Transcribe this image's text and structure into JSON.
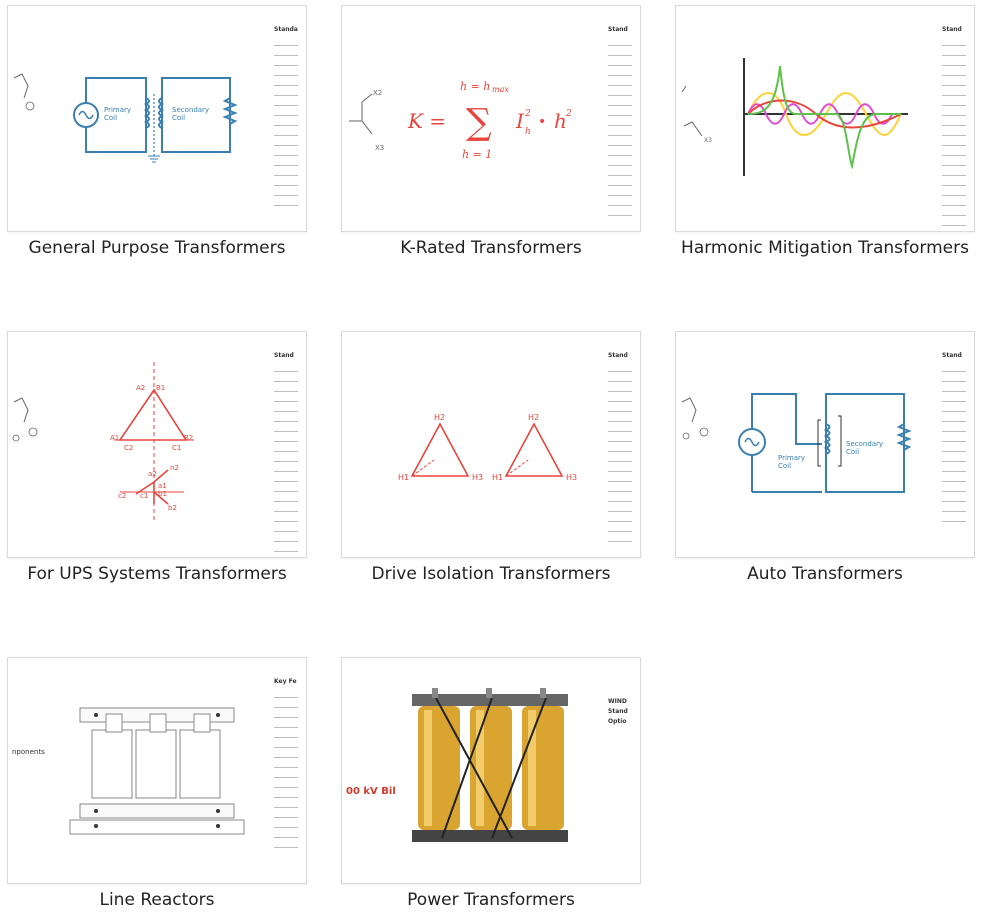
{
  "products": [
    {
      "caption": "General Purpose Transformers",
      "thumb": {
        "primary_label": "Primary",
        "primary_label2": "Coil",
        "secondary_label": "Secondary",
        "secondary_label2": "Coil",
        "rail_header": "Standa"
      }
    },
    {
      "caption": "K-Rated Transformers",
      "thumb": {
        "x2": "X2",
        "x3": "X3",
        "formula_lhs": "K =",
        "sum_top": "h = h",
        "sum_top_sub": "max",
        "sum_sym": "∑",
        "sum_bottom": "h = 1",
        "term": "I",
        "term_sup": "2",
        "term_sub": "h",
        "dot": "•",
        "h2": "h",
        "h2_sup": "2",
        "rail_header": "Stand"
      }
    },
    {
      "caption": "Harmonic Mitigation Transformers",
      "thumb": {
        "x3": "X3",
        "rail_header": "Stand"
      }
    },
    {
      "caption": "For UPS Systems Transformers",
      "thumb": {
        "a2": "A2",
        "b1": "B1",
        "a1": "A1",
        "b2": "B2",
        "c2": "C2",
        "c1": "C1",
        "x_c2": "c2",
        "x_c1": "c1",
        "x_a2": "a2",
        "x_a1": "a1",
        "x_b1": "b1",
        "x_b2": "b2",
        "x_n2": "n2",
        "rail_header": "Stand"
      }
    },
    {
      "caption": "Drive Isolation Transformers",
      "thumb": {
        "h2a": "H2",
        "h1a": "H1",
        "h3a": "H3",
        "h2b": "H2",
        "h1b": "H1",
        "h3b": "H3",
        "rail_header": "Stand"
      }
    },
    {
      "caption": "Auto Transformers",
      "thumb": {
        "primary_label": "Primary",
        "primary_label2": "Coil",
        "secondary_label": "Secondary",
        "secondary_label2": "Coil",
        "rail_header": "Stand"
      }
    },
    {
      "caption": "Line Reactors",
      "thumb": {
        "left_text": "nponents",
        "rail_header": "Key Fe"
      }
    },
    {
      "caption": "Power Transformers",
      "thumb": {
        "left_text": "00 kV Bil",
        "rail_1": "WIND",
        "rail_2": "Stand",
        "rail_3": "Optio"
      }
    }
  ],
  "colors": {
    "blue": "#3a7fb0",
    "red": "#e8453c",
    "border": "#d9d9d9",
    "caption": "#222222"
  }
}
